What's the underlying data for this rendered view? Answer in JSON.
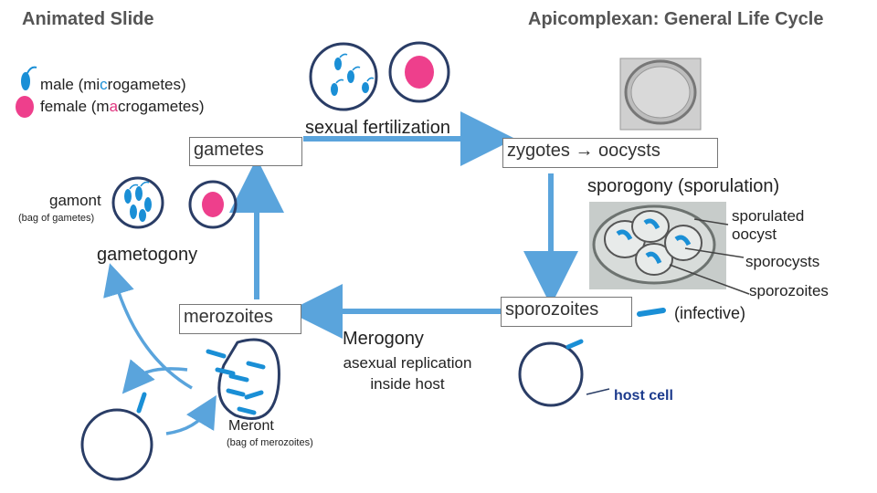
{
  "header": {
    "left_title": "Animated Slide",
    "right_title": "Apicomplexan: General Life Cycle"
  },
  "legend": {
    "male_prefix": "male (mi",
    "male_highlight": "c",
    "male_suffix": "rogametes)",
    "female_prefix": "female (m",
    "female_highlight": "a",
    "female_suffix": "crogametes)"
  },
  "stages": {
    "gametes": "gametes",
    "fertilization": "sexual fertilization",
    "zygotes": "zygotes → oocysts",
    "sporogony": "sporogony (sporulation)",
    "sporulated": "sporulated",
    "oocyst": "oocyst",
    "sporocysts": "sporocysts",
    "sporozoites_label": "sporozoites",
    "sporozoites_box": "sporozoites",
    "infective": "(infective)",
    "host_cell": "host cell",
    "merogony": "Merogony",
    "asexual_line1": "asexual replication",
    "asexual_line2": "inside host",
    "merozoites": "merozoites",
    "meront": "Meront",
    "meront_sub": "(bag of merozoites)",
    "gametogony": "gametogony",
    "gamont": "gamont",
    "gamont_sub": "(bag of gametes)"
  },
  "colors": {
    "parasite_blue": "#1a8fd6",
    "macrogamete_pink": "#ee3f8c",
    "arrow_blue": "#5aa4dc",
    "cell_outline": "#2a3d66"
  }
}
